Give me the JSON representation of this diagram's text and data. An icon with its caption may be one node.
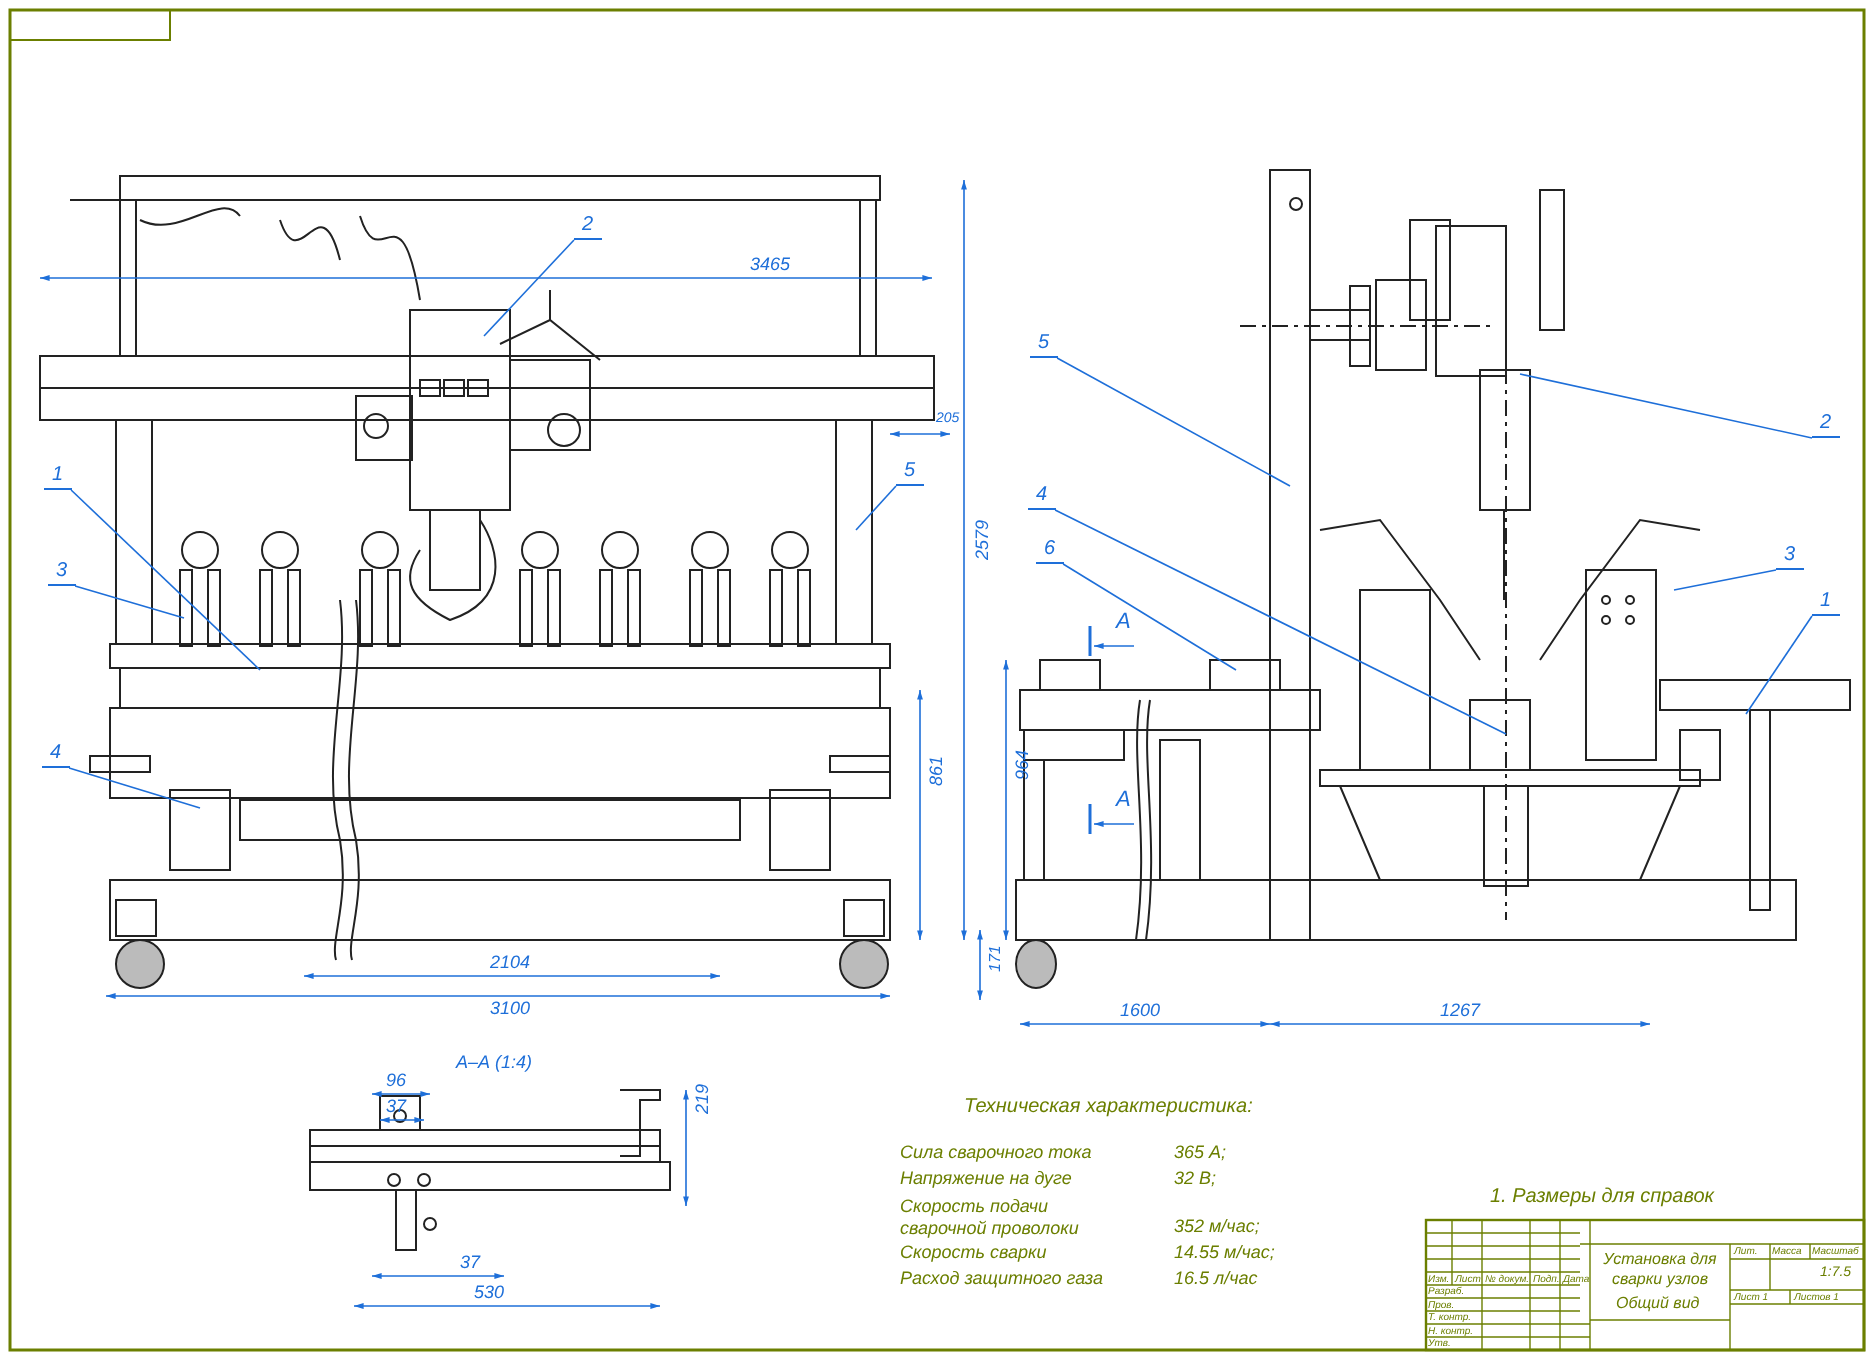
{
  "diagram": {
    "nodes": [
      {
        "text": [
          "2"
        ]
      },
      {
        "text": [
          "1"
        ]
      },
      {
        "text": [
          "3"
        ]
      },
      {
        "text": [
          "5"
        ]
      },
      {
        "text": [
          "4"
        ]
      },
      {
        "text": [
          "5"
        ]
      },
      {
        "text": [
          "2"
        ]
      },
      {
        "text": [
          "4"
        ]
      },
      {
        "text": [
          "6"
        ]
      },
      {
        "text": [
          "3"
        ]
      },
      {
        "text": [
          "1"
        ]
      }
    ],
    "edges": [
      {
        "from": 0,
        "to": null,
        "arrow": "none"
      },
      {
        "from": 1,
        "to": null,
        "arrow": "none"
      },
      {
        "from": 2,
        "to": null,
        "arrow": "none"
      },
      {
        "from": 3,
        "to": null,
        "arrow": "none"
      },
      {
        "from": 4,
        "to": null,
        "arrow": "none"
      },
      {
        "from": 5,
        "to": null,
        "arrow": "none"
      },
      {
        "from": 6,
        "to": null,
        "arrow": "none"
      },
      {
        "from": 7,
        "to": null,
        "arrow": "none"
      },
      {
        "from": 8,
        "to": null,
        "arrow": "none"
      },
      {
        "from": 9,
        "to": null,
        "arrow": "none"
      },
      {
        "from": 10,
        "to": null,
        "arrow": "none"
      }
    ],
    "labels": [
      "3465",
      "205",
      "2579",
      "861",
      "2104",
      "3100",
      "А",
      "964",
      "А",
      "171",
      "1600",
      "1267",
      "А–А (1:4)",
      "96",
      "37",
      "219",
      "37",
      "530",
      "Техническая характеристика:",
      "Сила сварочного тока",
      "365 А;",
      "Напряжение на дуге",
      "32 В;",
      "Скорость подачи сварочной проволоки",
      "352 м/час;",
      "Скорость сварки",
      "14.55 м/час;",
      "Расход защитного газа",
      "16.5 л/час",
      "1. Размеры для справок",
      "Установка для сварки узлов",
      "Общий вид",
      "Лит.",
      "Масса",
      "Масштаб",
      "1:7.5",
      "Изм.",
      "Лист",
      "№ докум.",
      "Подп.",
      "Дата",
      "Разраб.",
      "Пров.",
      "Лист 1",
      "Листов 1",
      "Т. контр.",
      "Н. контр.",
      "Утв."
    ]
  }
}
